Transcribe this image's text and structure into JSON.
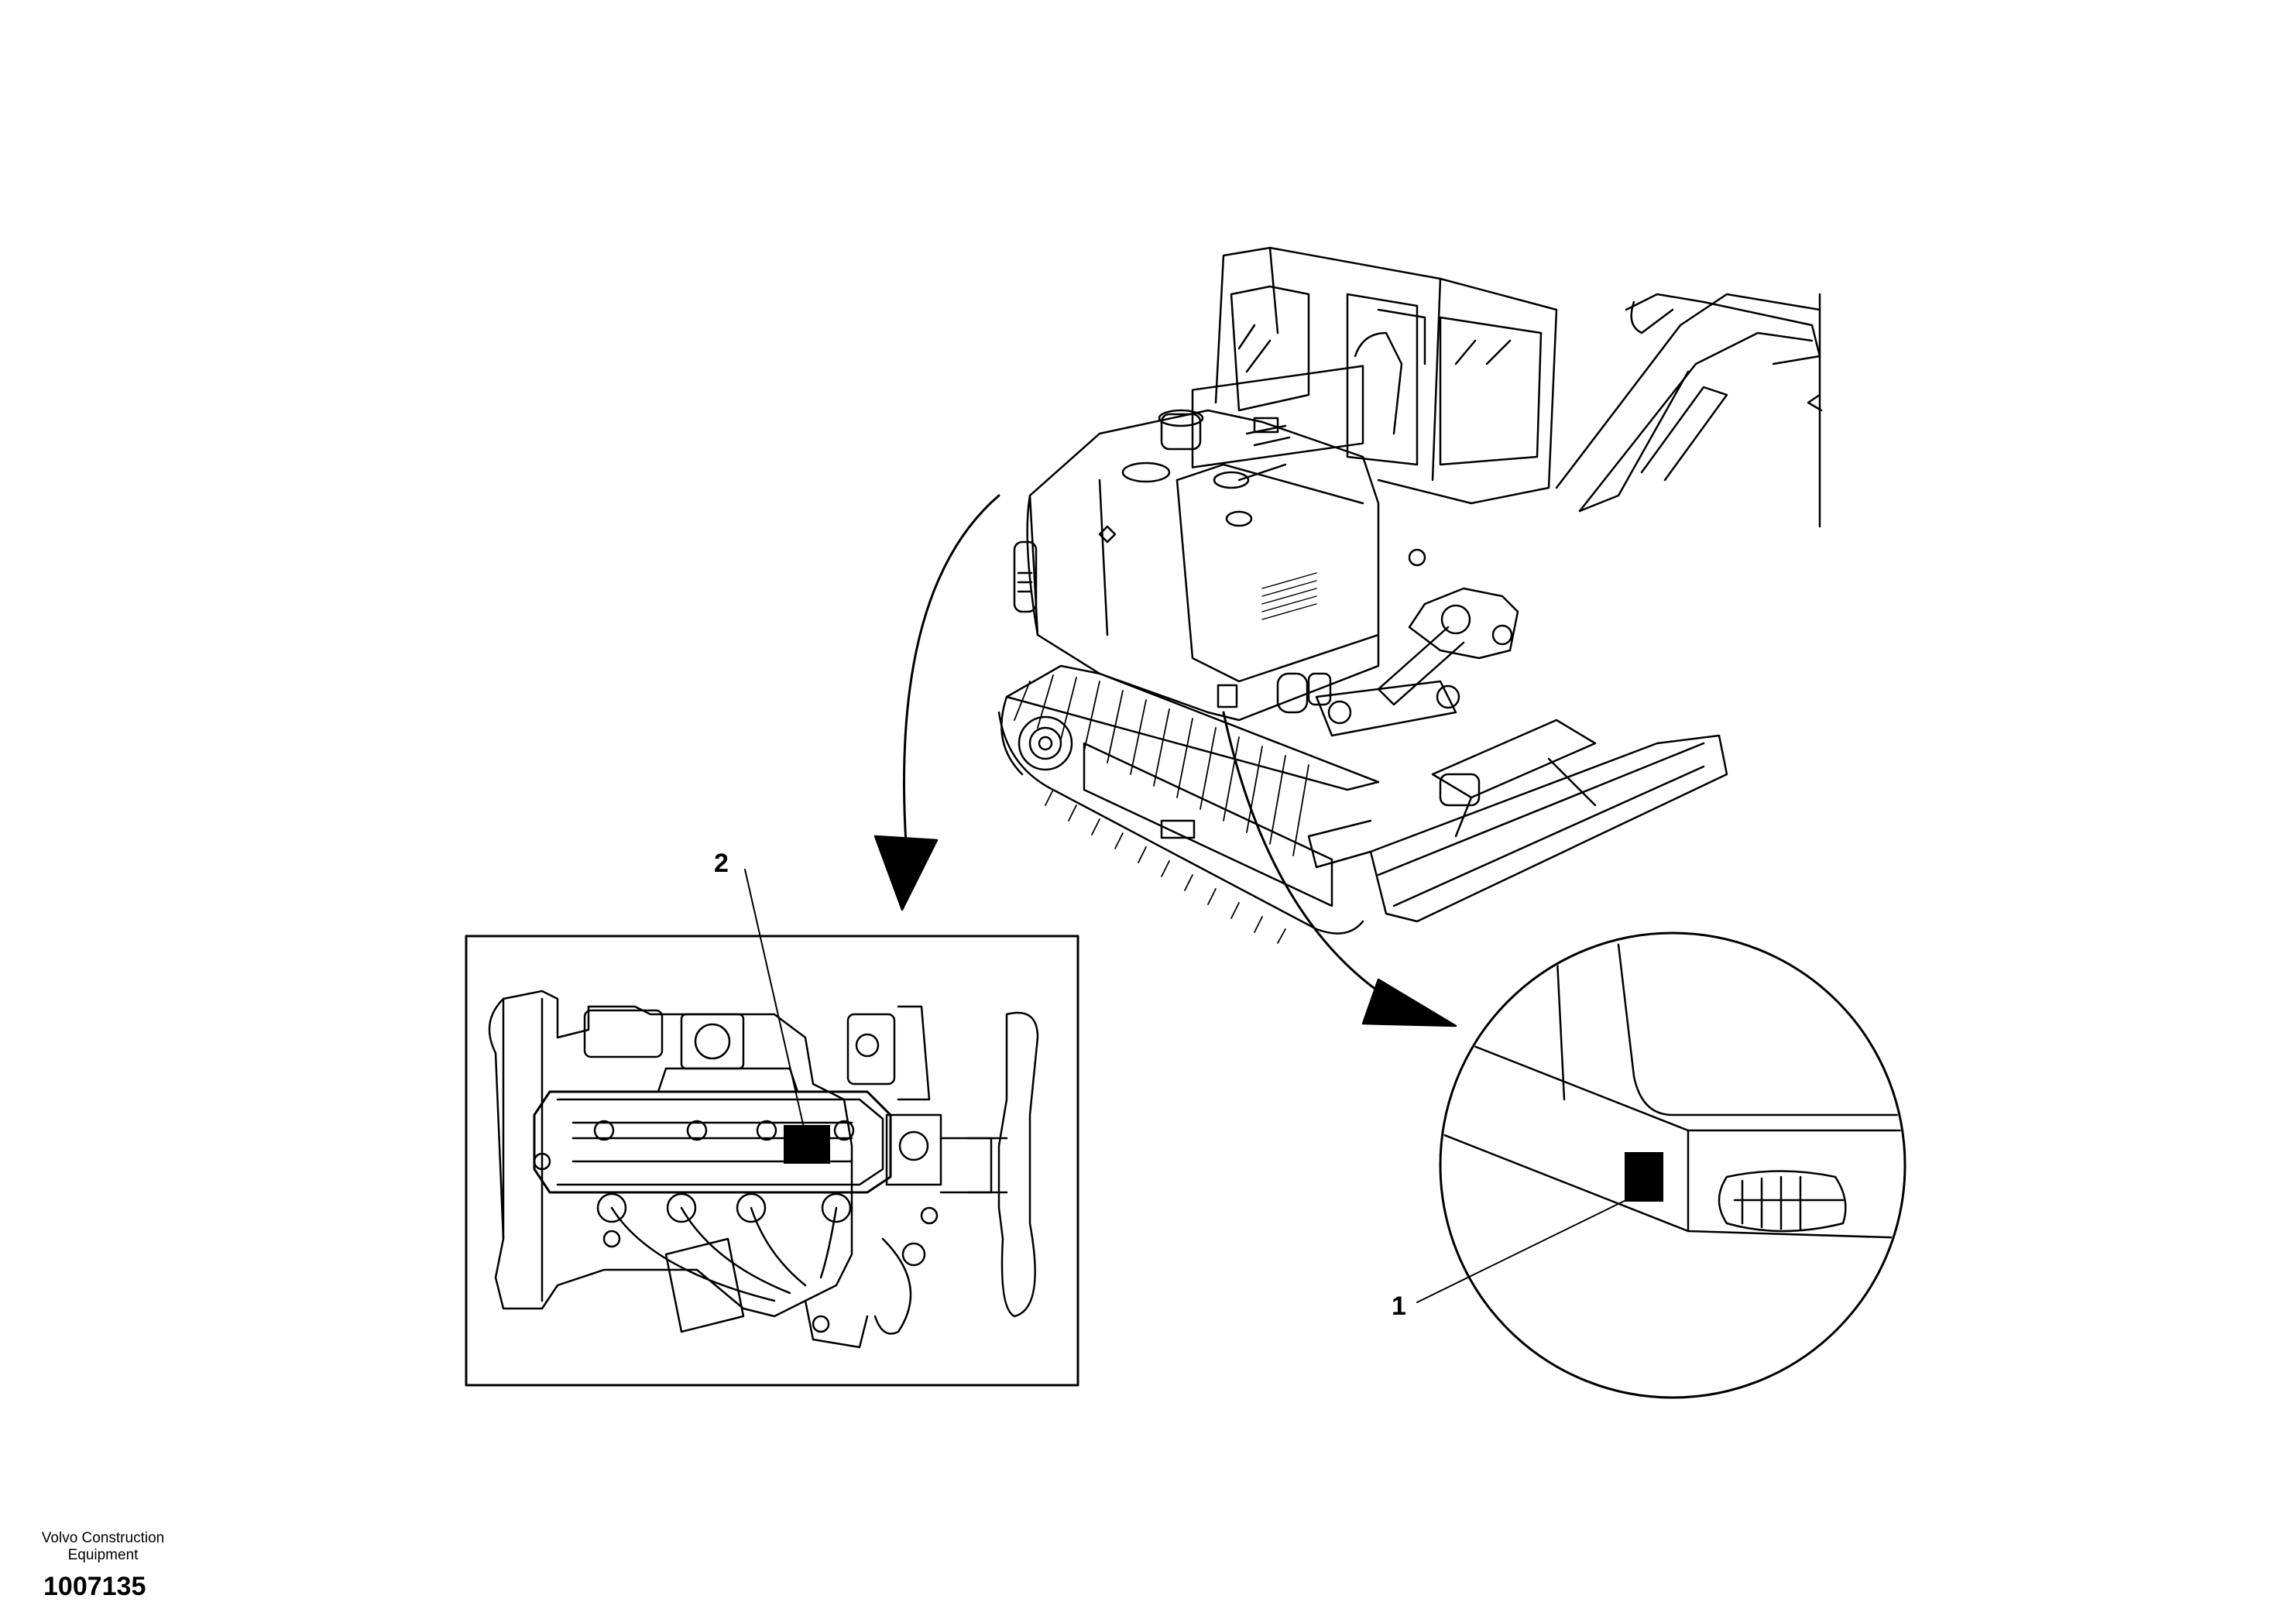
{
  "callouts": {
    "one": "1",
    "two": "2"
  },
  "footer": {
    "brand_line1": "Volvo Construction",
    "brand_line2": "Equipment",
    "document_number": "1007135"
  },
  "colors": {
    "line": "#000000",
    "background": "#ffffff",
    "decal": "#000000"
  }
}
